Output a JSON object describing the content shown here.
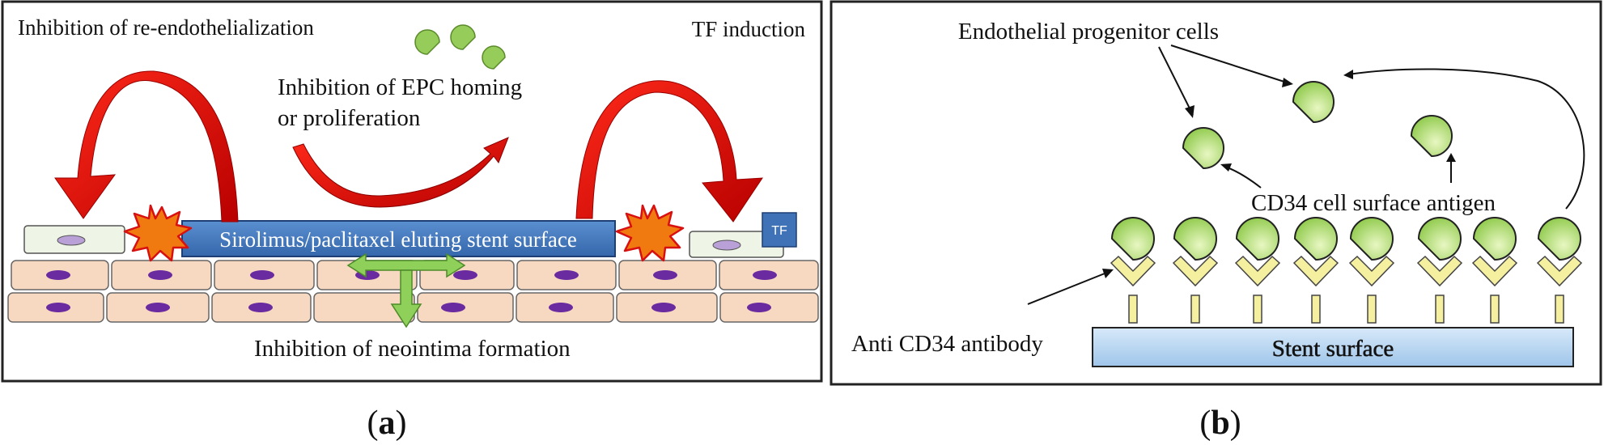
{
  "panel_a": {
    "caption": "a",
    "labels": {
      "reendothelialization": "Inhibition of re-endothelialization",
      "tf_induction": "TF induction",
      "epc_line1": "Inhibition of EPC homing",
      "epc_line2": "or proliferation",
      "stent_surface": "Sirolimus/paclitaxel eluting stent surface",
      "tf_badge": "TF",
      "neointima": "Inhibition of neointima formation"
    }
  },
  "panel_b": {
    "caption": "b",
    "labels": {
      "epc": "Endothelial progenitor cells",
      "cd34": "CD34 cell surface antigen",
      "antibody": "Anti CD34 antibody",
      "stent_surface": "Stent surface"
    }
  },
  "colors": {
    "red_arrow": "#e30d0d",
    "burst": "#f07a10",
    "stent_blue": "#3f72b6",
    "tissue_cell": "#f7d8c0",
    "nucleus": "#6a2aa0",
    "epc_green": "#b8e07a",
    "antibody_yellow": "#f5f0a0",
    "green_arrow": "#8fd05a",
    "stent_b": "#b9d6f1"
  }
}
